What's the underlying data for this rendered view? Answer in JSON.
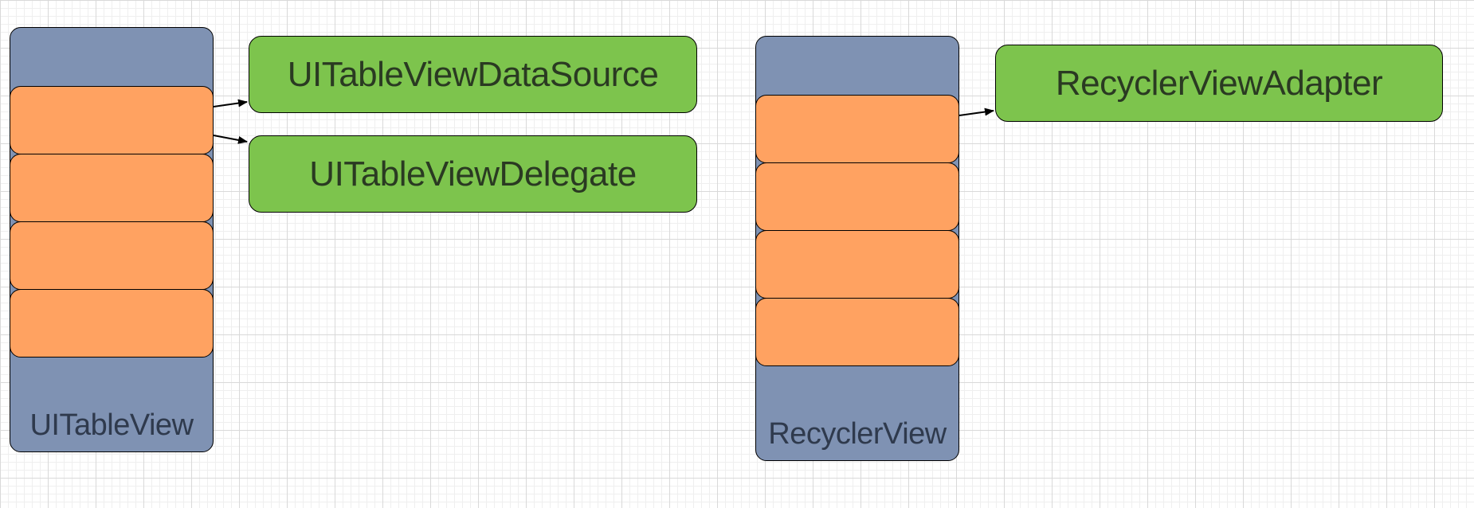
{
  "left": {
    "container_label": "UITableView",
    "boxes": [
      "UITableViewDataSource",
      "UITableViewDelegate"
    ]
  },
  "right": {
    "container_label": "RecyclerView",
    "boxes": [
      "RecyclerViewAdapter"
    ]
  },
  "colors": {
    "container": "#7f92b3",
    "cell": "#ffa261",
    "box": "#7dc44d"
  }
}
